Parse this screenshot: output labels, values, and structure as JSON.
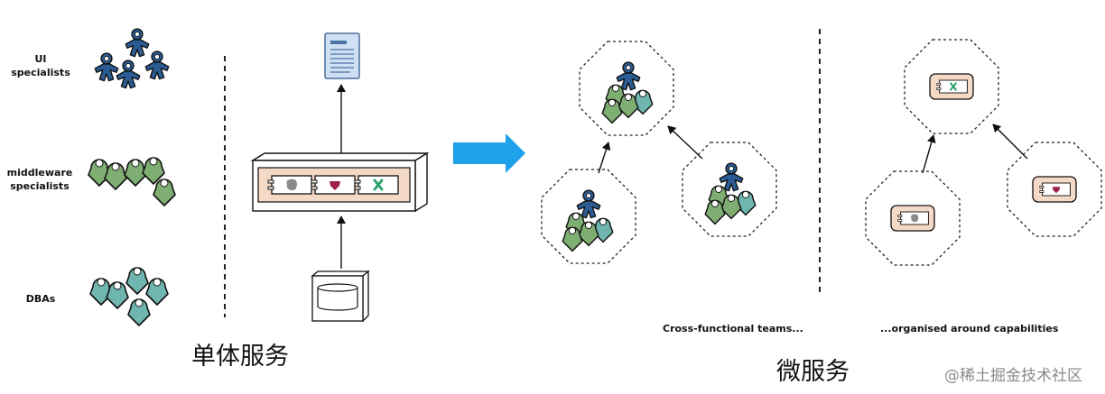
{
  "left": {
    "groups": [
      {
        "label": "UI\nspecialists"
      },
      {
        "label": "middleware\nspecialists"
      },
      {
        "label": "DBAs"
      }
    ],
    "caption": "单体服务"
  },
  "right": {
    "caption_teams": "Cross-functional teams...",
    "caption_capabilities": "...organised around capabilities",
    "caption": "微服务"
  },
  "watermark": "@稀土掘金技术社区",
  "colors": {
    "ui": "#2a5c93",
    "middleware": "#7fae73",
    "dba": "#6fb5b0",
    "box_fill": "#f3d9c6",
    "arrow": "#1ea0ea"
  }
}
